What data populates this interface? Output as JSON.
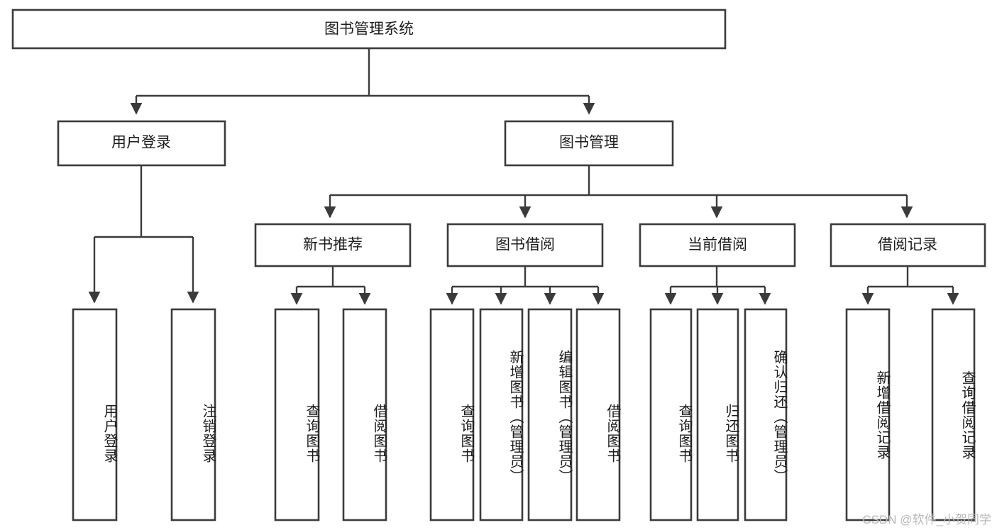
{
  "diagram": {
    "title": "图书管理系统",
    "type": "tree-hierarchy-diagram",
    "colors": {
      "box_stroke": "#3b3b3b",
      "box_fill": "#ffffff",
      "text": "#1c1c1c",
      "watermark": "#b9b9b9",
      "background": "#ffffff"
    },
    "root": {
      "label": "图书管理系统"
    },
    "level2": [
      {
        "label": "用户登录"
      },
      {
        "label": "图书管理"
      }
    ],
    "level3": [
      {
        "label": "新书推荐"
      },
      {
        "label": "图书借阅"
      },
      {
        "label": "当前借阅"
      },
      {
        "label": "借阅记录"
      }
    ],
    "leaves": {
      "user_login": [
        {
          "label": "用户登录"
        },
        {
          "label": "注销登录"
        }
      ],
      "new_book_recommend": [
        {
          "label": "查询图书"
        },
        {
          "label": "借阅图书"
        }
      ],
      "book_borrow": [
        {
          "label": "查询图书"
        },
        {
          "label": "新增图书（管理员）"
        },
        {
          "label": "编辑图书（管理员）"
        },
        {
          "label": "借阅图书"
        }
      ],
      "current_borrow": [
        {
          "label": "查询图书"
        },
        {
          "label": "归还图书"
        },
        {
          "label": "确认归还（管理员）"
        }
      ],
      "borrow_record": [
        {
          "label": "新增借阅记录"
        },
        {
          "label": "查询借阅记录"
        }
      ]
    }
  },
  "watermark": {
    "text": "CSDN @软件_小贺同学"
  }
}
